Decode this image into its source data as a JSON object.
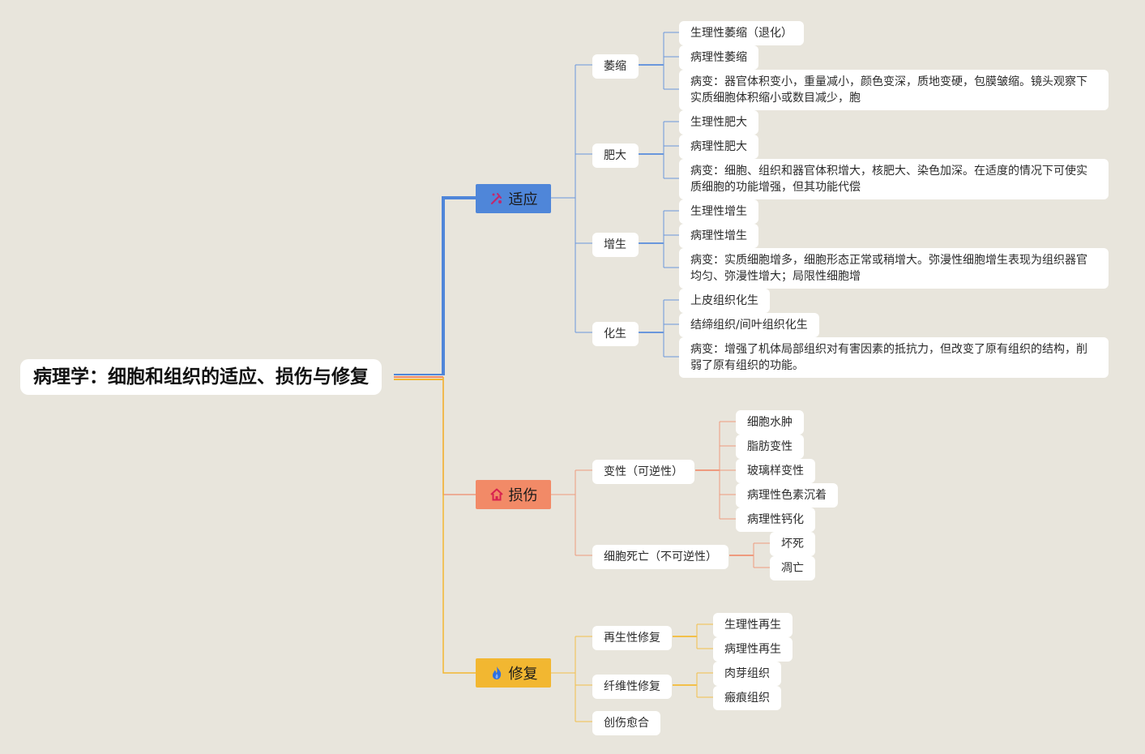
{
  "root": {
    "title": "病理学：细胞和组织的适应、损伤与修复"
  },
  "colors": {
    "background": "#e8e5dc",
    "adapt": "#4f86d9",
    "adapt_line": "#6a97dc",
    "injury": "#f28a67",
    "injury_line": "#ee9a7e",
    "repair": "#f2b731",
    "repair_line": "#f2c04a"
  },
  "branches": {
    "adapt": {
      "label": "适应",
      "icon": "tools-icon",
      "children": [
        {
          "label": "萎缩",
          "children": [
            {
              "label": "生理性萎缩（退化）"
            },
            {
              "label": "病理性萎缩"
            },
            {
              "label": "病变：器官体积变小，重量减小，颜色变深，质地变硬，包膜皱缩。镜头观察下实质细胞体积缩小或数目减少，胞"
            }
          ]
        },
        {
          "label": "肥大",
          "children": [
            {
              "label": "生理性肥大"
            },
            {
              "label": "病理性肥大"
            },
            {
              "label": "病变：细胞、组织和器官体积增大，核肥大、染色加深。在适度的情况下可使实质细胞的功能增强，但其功能代偿"
            }
          ]
        },
        {
          "label": "增生",
          "children": [
            {
              "label": "生理性增生"
            },
            {
              "label": "病理性增生"
            },
            {
              "label": "病变：实质细胞增多，细胞形态正常或稍增大。弥漫性细胞增生表现为组织器官均匀、弥漫性增大；局限性细胞增"
            }
          ]
        },
        {
          "label": "化生",
          "children": [
            {
              "label": "上皮组织化生"
            },
            {
              "label": "结缔组织/间叶组织化生"
            },
            {
              "label": "病变：增强了机体局部组织对有害因素的抵抗力，但改变了原有组织的结构，削弱了原有组织的功能。"
            }
          ]
        }
      ]
    },
    "injury": {
      "label": "损伤",
      "icon": "house-icon",
      "children": [
        {
          "label": "变性（可逆性）",
          "children": [
            {
              "label": "细胞水肿"
            },
            {
              "label": "脂肪变性"
            },
            {
              "label": "玻璃样变性"
            },
            {
              "label": "病理性色素沉着"
            },
            {
              "label": "病理性钙化"
            }
          ]
        },
        {
          "label": "细胞死亡（不可逆性）",
          "children": [
            {
              "label": "坏死"
            },
            {
              "label": "凋亡"
            }
          ]
        }
      ]
    },
    "repair": {
      "label": "修复",
      "icon": "flame-icon",
      "children": [
        {
          "label": "再生性修复",
          "children": [
            {
              "label": "生理性再生"
            },
            {
              "label": "病理性再生"
            }
          ]
        },
        {
          "label": "纤维性修复",
          "children": [
            {
              "label": "肉芽组织"
            },
            {
              "label": "瘢痕组织"
            }
          ]
        },
        {
          "label": "创伤愈合"
        }
      ]
    }
  }
}
